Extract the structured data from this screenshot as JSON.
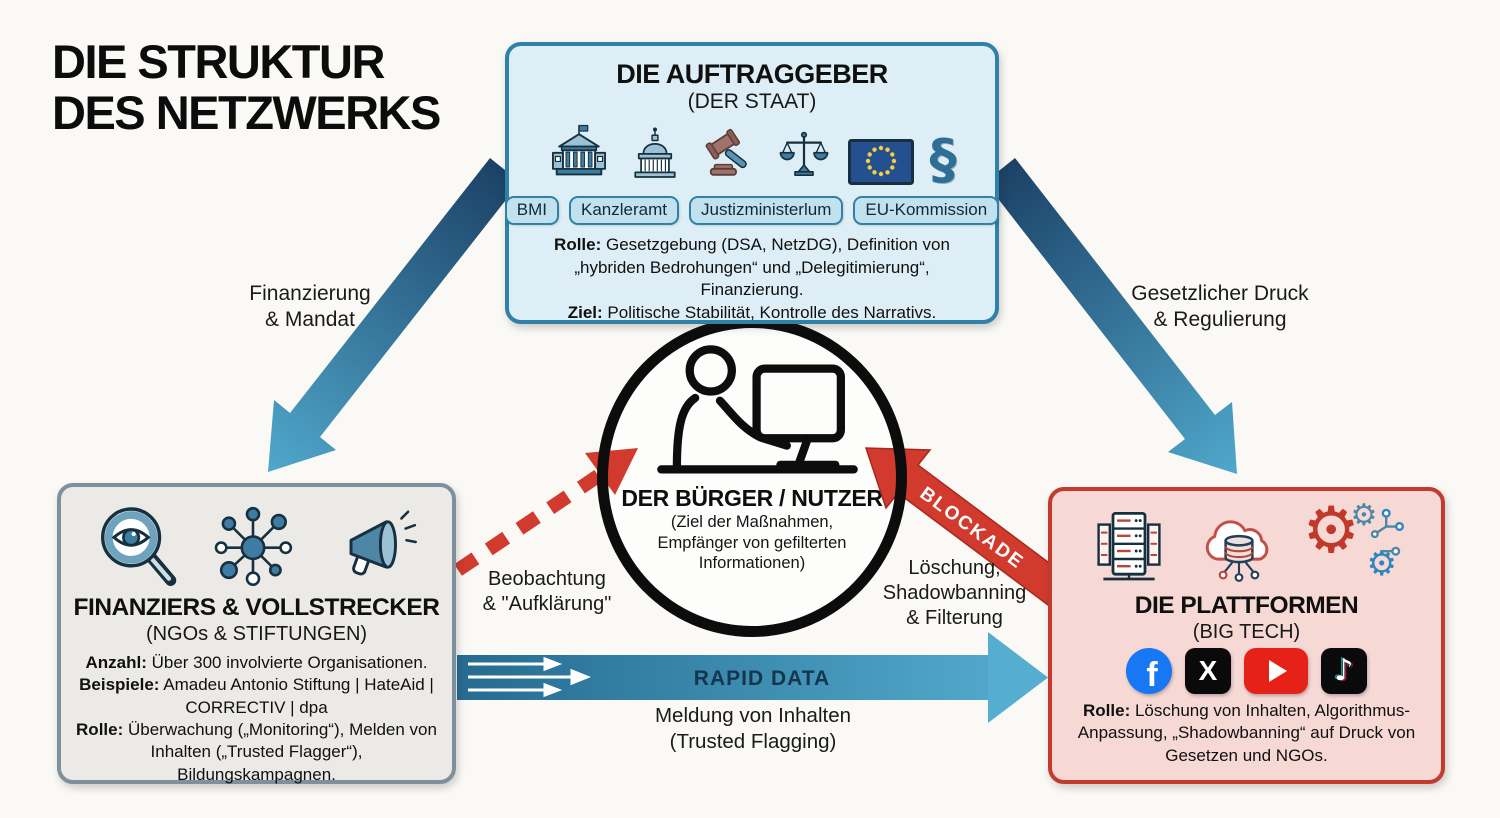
{
  "title": {
    "line1": "DIE STRUKTUR",
    "line2": "DES NETZWERKS"
  },
  "auftraggeber": {
    "title": "DIE AUFTRAGGEBER",
    "subtitle": "(DER STAAT)",
    "chips": [
      "BMI",
      "Kanzleramt",
      "Justizministerlum",
      "EU-Kommission"
    ],
    "rolle_label": "Rolle:",
    "rolle_text": " Gesetzgebung (DSA, NetzDG), Definition von „hybriden Bedrohungen“ und „Delegitimierung“, Finanzierung.",
    "ziel_label": "Ziel:",
    "ziel_text": " Politische Stabilität, Kontrolle des Narrativs."
  },
  "citizen": {
    "title": "DER BÜRGER / NUTZER",
    "sub_line1": "(Ziel der Maßnahmen,",
    "sub_line2": "Empfänger von gefilterten",
    "sub_line3": "Informationen)"
  },
  "finanziers": {
    "title": "FINANZIERS & VOLLSTRECKER",
    "subtitle": "(NGOs & STIFTUNGEN)",
    "anzahl_label": "Anzahl:",
    "anzahl_text": " Über 300 involvierte Organisationen.",
    "beispiele_label": "Beispiele:",
    "beispiele_text": " Amadeu Antonio Stiftung | HateAid | CORRECTIV | dpa",
    "rolle_label": "Rolle:",
    "rolle_text": " Überwachung („Monitoring“), Melden von Inhalten („Trusted Flagger“), Bildungskampagnen."
  },
  "plattformen": {
    "title": "DIE PLATTFORMEN",
    "subtitle": "(BIG TECH)",
    "rolle_label": "Rolle:",
    "rolle_text": " Löschung von Inhalten, Algorithmus-Anpassung, „Shadowbanning“ auf Druck von Gesetzen und NGOs."
  },
  "arrows": {
    "finanzierung_line1": "Finanzierung",
    "finanzierung_line2": "& Mandat",
    "gesetzlich_line1": "Gesetzlicher Druck",
    "gesetzlich_line2": "& Regulierung",
    "beobachtung_line1": "Beobachtung",
    "beobachtung_line2": "& \"Aufklärung\"",
    "loeschung_line1": "Löschung,",
    "loeschung_line2": "Shadowbanning",
    "loeschung_line3": "& Filterung",
    "rapid_data": "RAPID DATA",
    "blockade": "BLOCKADE",
    "meldung_line1": "Meldung von Inhalten",
    "meldung_line2": "(Trusted Flagging)"
  },
  "glyphs": {
    "paragraph": "§",
    "gear": "⚙",
    "facebook": "f",
    "x": "X",
    "tiktok": "♪"
  },
  "colors": {
    "background": "#faf9f6",
    "state_box_bg": "#ddeef6",
    "state_box_border": "#2f81a8",
    "ngo_box_bg": "#eceae6",
    "ngo_box_border": "#7e909b",
    "platform_box_bg": "#f6d8d5",
    "platform_box_border": "#c23b2e",
    "arrow_blue_dark": "#1c4166",
    "arrow_blue_light": "#4fa8cc",
    "arrow_red": "#d23a2e",
    "circle_ring": "#0c0c0c"
  }
}
